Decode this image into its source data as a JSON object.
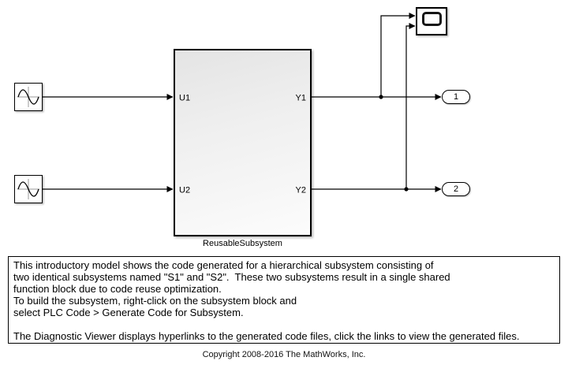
{
  "colors": {
    "wire": "#000000",
    "block_border": "#000000",
    "block_fill": "#ffffff",
    "subsystem_gradient_top": "#e4e4e4",
    "subsystem_gradient_bottom": "#fcfcfc"
  },
  "blocks": {
    "sine1": {
      "icon": "sine-wave-icon"
    },
    "sine2": {
      "icon": "sine-wave-icon"
    },
    "subsystem": {
      "label": "ReusableSubsystem",
      "ports": {
        "u1": "U1",
        "u2": "U2",
        "y1": "Y1",
        "y2": "Y2"
      }
    },
    "scope": {
      "icon": "scope-screen-icon"
    },
    "outport1": {
      "label": "1"
    },
    "outport2": {
      "label": "2"
    }
  },
  "annotation": {
    "lines": [
      "This introductory model shows the code generated for a hierarchical subsystem consisting of",
      "two identical subsystems named \"S1\" and \"S2\".  These two subsystems result in a single shared",
      "function block due to code reuse optimization.",
      "To build the subsystem, right-click on the subsystem block and",
      "select PLC Code > Generate Code for Subsystem.",
      "",
      "The Diagnostic Viewer displays hyperlinks to the generated code files, click the links to view the generated files."
    ]
  },
  "footer": {
    "copyright": "Copyright 2008-2016 The MathWorks, Inc."
  }
}
